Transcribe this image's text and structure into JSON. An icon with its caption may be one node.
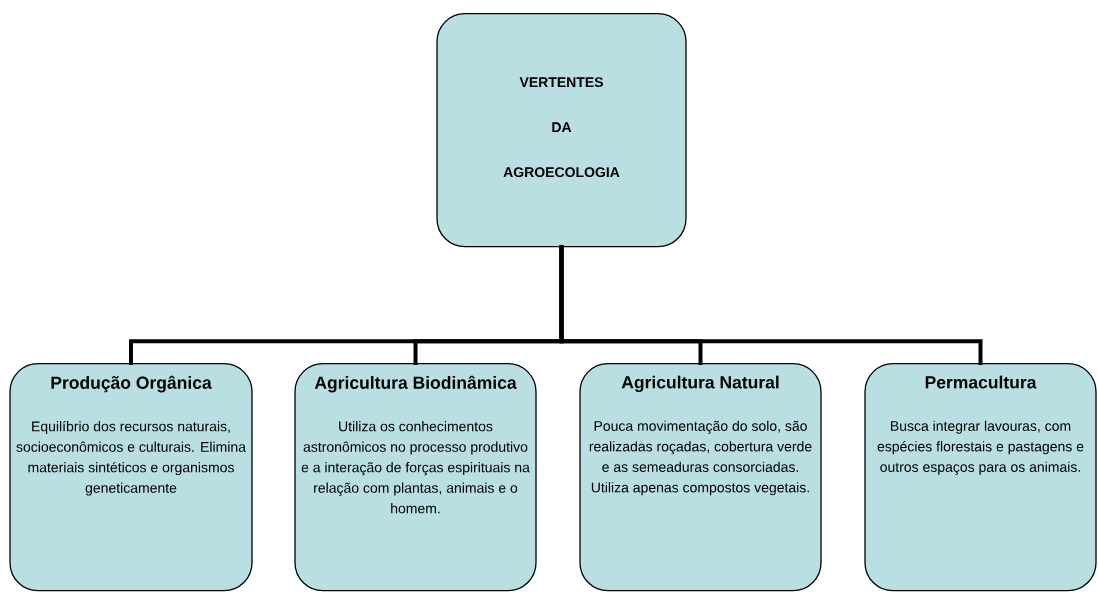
{
  "diagram": {
    "nodes": [
      {
        "text": [
          "VERTENTES",
          "DA",
          "AGROECOLOGIA"
        ]
      },
      {
        "text": [
          "Produção Orgânica",
          "Equilíbrio dos recursos naturais, socioeconômicos e culturais. Elimina materiais sintéticos e organismos geneticamente"
        ]
      },
      {
        "text": [
          "Agricultura Biodinâmica",
          "Utiliza os conhecimentos astronômicos no processo produtivo e a interação de forças espirituais na relação com plantas, animais e o homem."
        ]
      },
      {
        "text": [
          "Agricultura Natural",
          "Pouca movimentação do solo, são realizadas roçadas, cobertura verde e as semeaduras consorciadas. Utiliza apenas compostos vegetais."
        ]
      },
      {
        "text": [
          "Permacultura",
          "Busca integrar lavouras, com espécies florestais e pastagens e outros espaços para os animais."
        ]
      }
    ],
    "edges": [
      {
        "from": 0,
        "to": 1,
        "arrow": "none"
      },
      {
        "from": 0,
        "to": 2,
        "arrow": "none"
      },
      {
        "from": 0,
        "to": 3,
        "arrow": "none"
      },
      {
        "from": 0,
        "to": 4,
        "arrow": "none"
      }
    ]
  }
}
